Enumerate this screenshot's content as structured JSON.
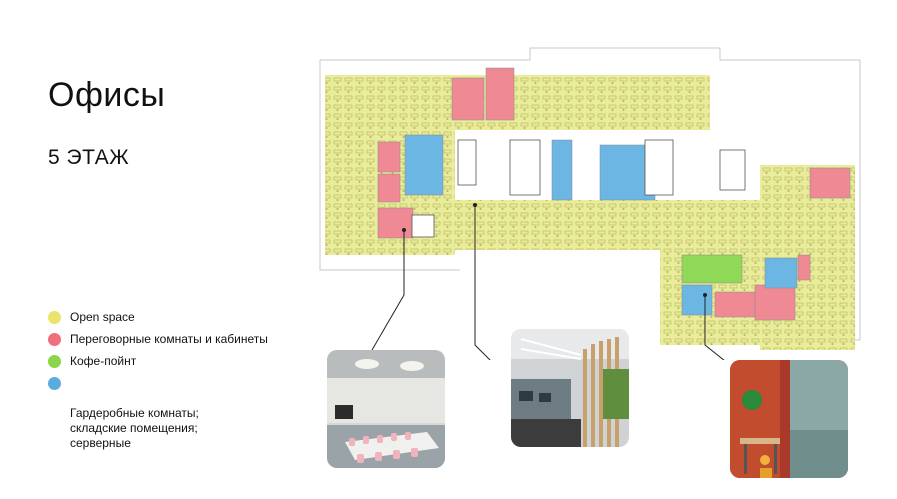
{
  "header": {
    "title": "Офисы",
    "floor": "5 ЭТАЖ"
  },
  "legend": [
    {
      "label": "Open space",
      "color": "#e8e56a"
    },
    {
      "label": "Переговорные комнаты и кабинеты",
      "color": "#ef6f7d"
    },
    {
      "label": "Кофе-пойнт",
      "color": "#8ad64a"
    },
    {
      "label": "Гардеробные комнаты;\nскладские помещения;\nсерверные",
      "color": "#5aace0"
    }
  ],
  "plan_colors": {
    "open_space": "#e9ec9a",
    "meeting": "#ef8a95",
    "coffee": "#90d858",
    "storage": "#6cb6e4"
  },
  "photos": [
    {
      "name": "conference-room-photo"
    },
    {
      "name": "open-space-photo"
    },
    {
      "name": "coffee-point-photo"
    }
  ]
}
